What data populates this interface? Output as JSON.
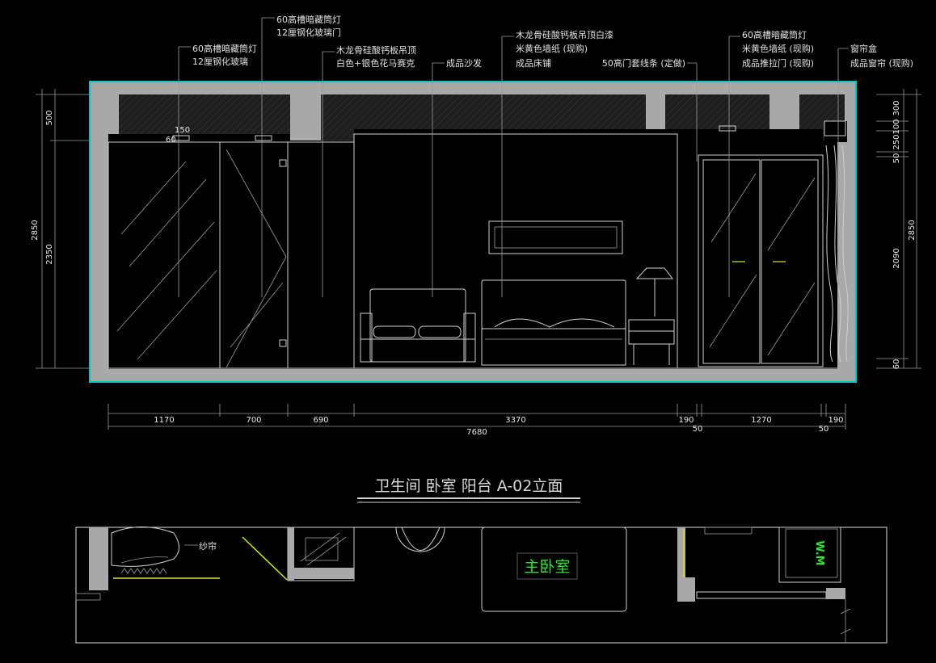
{
  "title": "卫生间  卧室  阳台  A-02立面",
  "leaders": {
    "l1a": "60高槽暗藏筒灯",
    "l1b": "12厘钢化玻璃",
    "l2a": "60高槽暗藏筒灯",
    "l2b": "12厘钢化玻璃门",
    "l3a": "木龙骨硅酸钙板吊顶",
    "l3b": "白色+银色花马赛克",
    "l4": "成品沙发",
    "l5a": "木龙骨硅酸钙板吊顶白漆",
    "l5b": "米黄色墙纸 (现购)",
    "l5c": "成品床铺",
    "l6": "50高门套线条 (定做)",
    "l7a": "60高槽暗藏筒灯",
    "l7b": "米黄色墙纸 (现购)",
    "l7c": "成品推拉门 (现购)",
    "l8a": "窗帘盒",
    "l8b": "成品窗帘 (现购)"
  },
  "dims_bottom": [
    "1170",
    "700",
    "690",
    "3370",
    "190",
    "1270",
    "190"
  ],
  "dims_bottom_small": [
    "50",
    "50"
  ],
  "dim_total": "7680",
  "dims_left": [
    "500",
    "2350",
    "2850"
  ],
  "dims_right": [
    "300",
    "100",
    "250",
    "50",
    "2090",
    "60",
    "2850"
  ],
  "small_marks": [
    "150",
    "60"
  ],
  "plan": {
    "room_label": "主卧室",
    "curtain_label": "纱帘",
    "wc_label": "W.M"
  }
}
